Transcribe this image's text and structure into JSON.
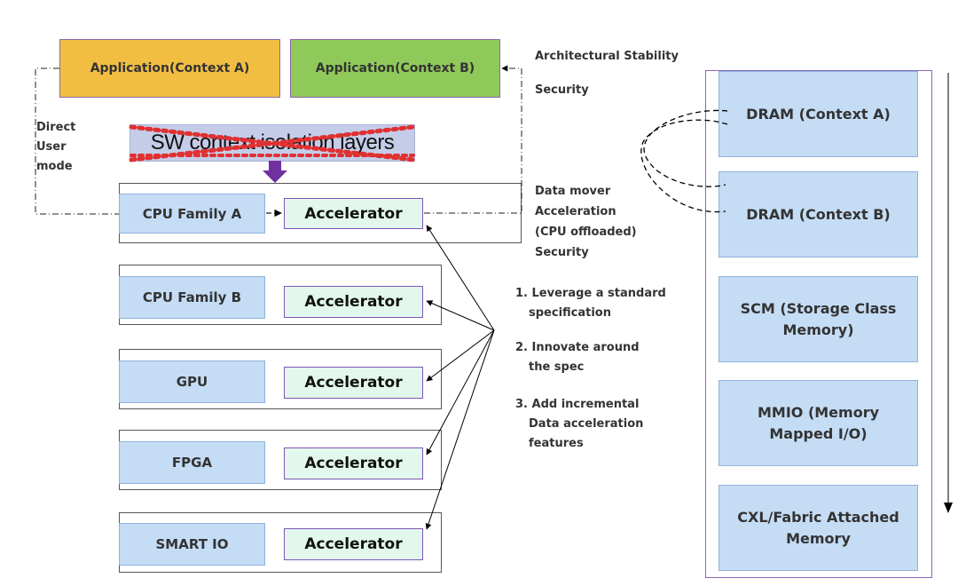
{
  "apps": {
    "a": "Application(Context A)",
    "b": "Application(Context B)"
  },
  "side_labels": {
    "direct_user_mode": [
      "Direct",
      "User",
      "mode"
    ],
    "architectural_stability": "Architectural Stability",
    "security": "Security",
    "data_mover": [
      "Data mover",
      "Acceleration",
      "(CPU offloaded)",
      "Security"
    ]
  },
  "isolation_layer": "SW context isolation layers",
  "units": [
    {
      "name": "CPU Family A",
      "accelerator": "Accelerator"
    },
    {
      "name": "CPU Family B",
      "accelerator": "Accelerator"
    },
    {
      "name": "GPU",
      "accelerator": "Accelerator"
    },
    {
      "name": "FPGA",
      "accelerator": "Accelerator"
    },
    {
      "name": "SMART IO",
      "accelerator": "Accelerator"
    }
  ],
  "steps": [
    [
      "1. Leverage a standard",
      "specification"
    ],
    [
      "2. Innovate around",
      "the spec"
    ],
    [
      "3. Add incremental",
      "Data acceleration",
      "features"
    ]
  ],
  "memory": [
    [
      "DRAM (Context A)"
    ],
    [
      "DRAM (Context B)"
    ],
    [
      "SCM (Storage Class",
      "Memory)"
    ],
    [
      "MMIO (Memory",
      "Mapped I/O)"
    ],
    [
      "CXL/Fabric Attached",
      "Memory"
    ]
  ],
  "colors": {
    "app_a": "#f2be42",
    "app_b": "#8fc95a",
    "unit_fill": "#c5dcf5",
    "accelerator_fill": "#e2f8ec",
    "accelerator_border": "#7d55b5",
    "isolation_fill": "#c5cce8",
    "strike_dots": "#e03030",
    "down_arrow": "#7030a0"
  }
}
